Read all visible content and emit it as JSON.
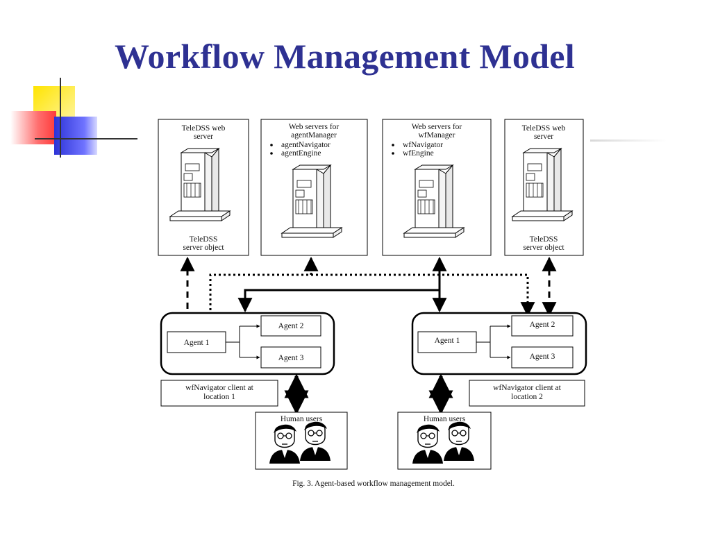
{
  "slide": {
    "title": "Workflow Management Model",
    "accent_color": "#2E3192"
  },
  "servers": [
    {
      "lines": [
        "TeleDSS web",
        "server"
      ],
      "bullets": [],
      "bottom": [
        "TeleDSS",
        "server object"
      ]
    },
    {
      "lines": [
        "Web servers for",
        "agentManager"
      ],
      "bullets": [
        "agentNavigator",
        "agentEngine"
      ],
      "bottom": []
    },
    {
      "lines": [
        "Web servers for",
        "wfManager"
      ],
      "bullets": [
        "wfNavigator",
        "wfEngine"
      ],
      "bottom": []
    },
    {
      "lines": [
        "TeleDSS web",
        "server"
      ],
      "bullets": [],
      "bottom": [
        "TeleDSS",
        "server object"
      ]
    }
  ],
  "clients": [
    {
      "agents": [
        "Agent 1",
        "Agent 2",
        "Agent 3"
      ],
      "caption": [
        "wfNavigator client at",
        "location 1"
      ],
      "users_label": "Human users"
    },
    {
      "agents": [
        "Agent 1",
        "Agent 2",
        "Agent 3"
      ],
      "caption": [
        "wfNavigator client at",
        "location 2"
      ],
      "users_label": "Human users"
    }
  ],
  "figure_caption": "Fig. 3.  Agent-based workflow management model.",
  "icons": {
    "server": "server-tower-icon",
    "users": "human-users-icon"
  }
}
